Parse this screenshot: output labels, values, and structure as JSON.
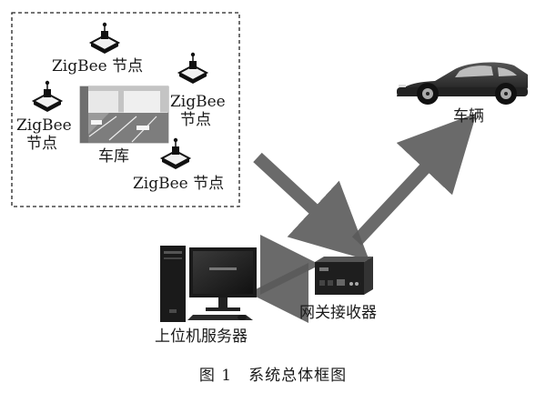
{
  "nodes": {
    "node1": "ZigBee 节点",
    "node2_line1": "ZigBee",
    "node2_line2": "节点",
    "node3_line1": "ZigBee",
    "node3_line2": "节点",
    "node4": "ZigBee 节点"
  },
  "garage_label": "车库",
  "vehicle_label": "车辆",
  "gateway_label": "网关接收器",
  "server_label": "上位机服务器",
  "caption": {
    "number": "图 1",
    "title": "系统总体框图"
  },
  "colors": {
    "arrow": "#5a5a5a",
    "device": "#1e1e1e",
    "border": "#222222"
  }
}
